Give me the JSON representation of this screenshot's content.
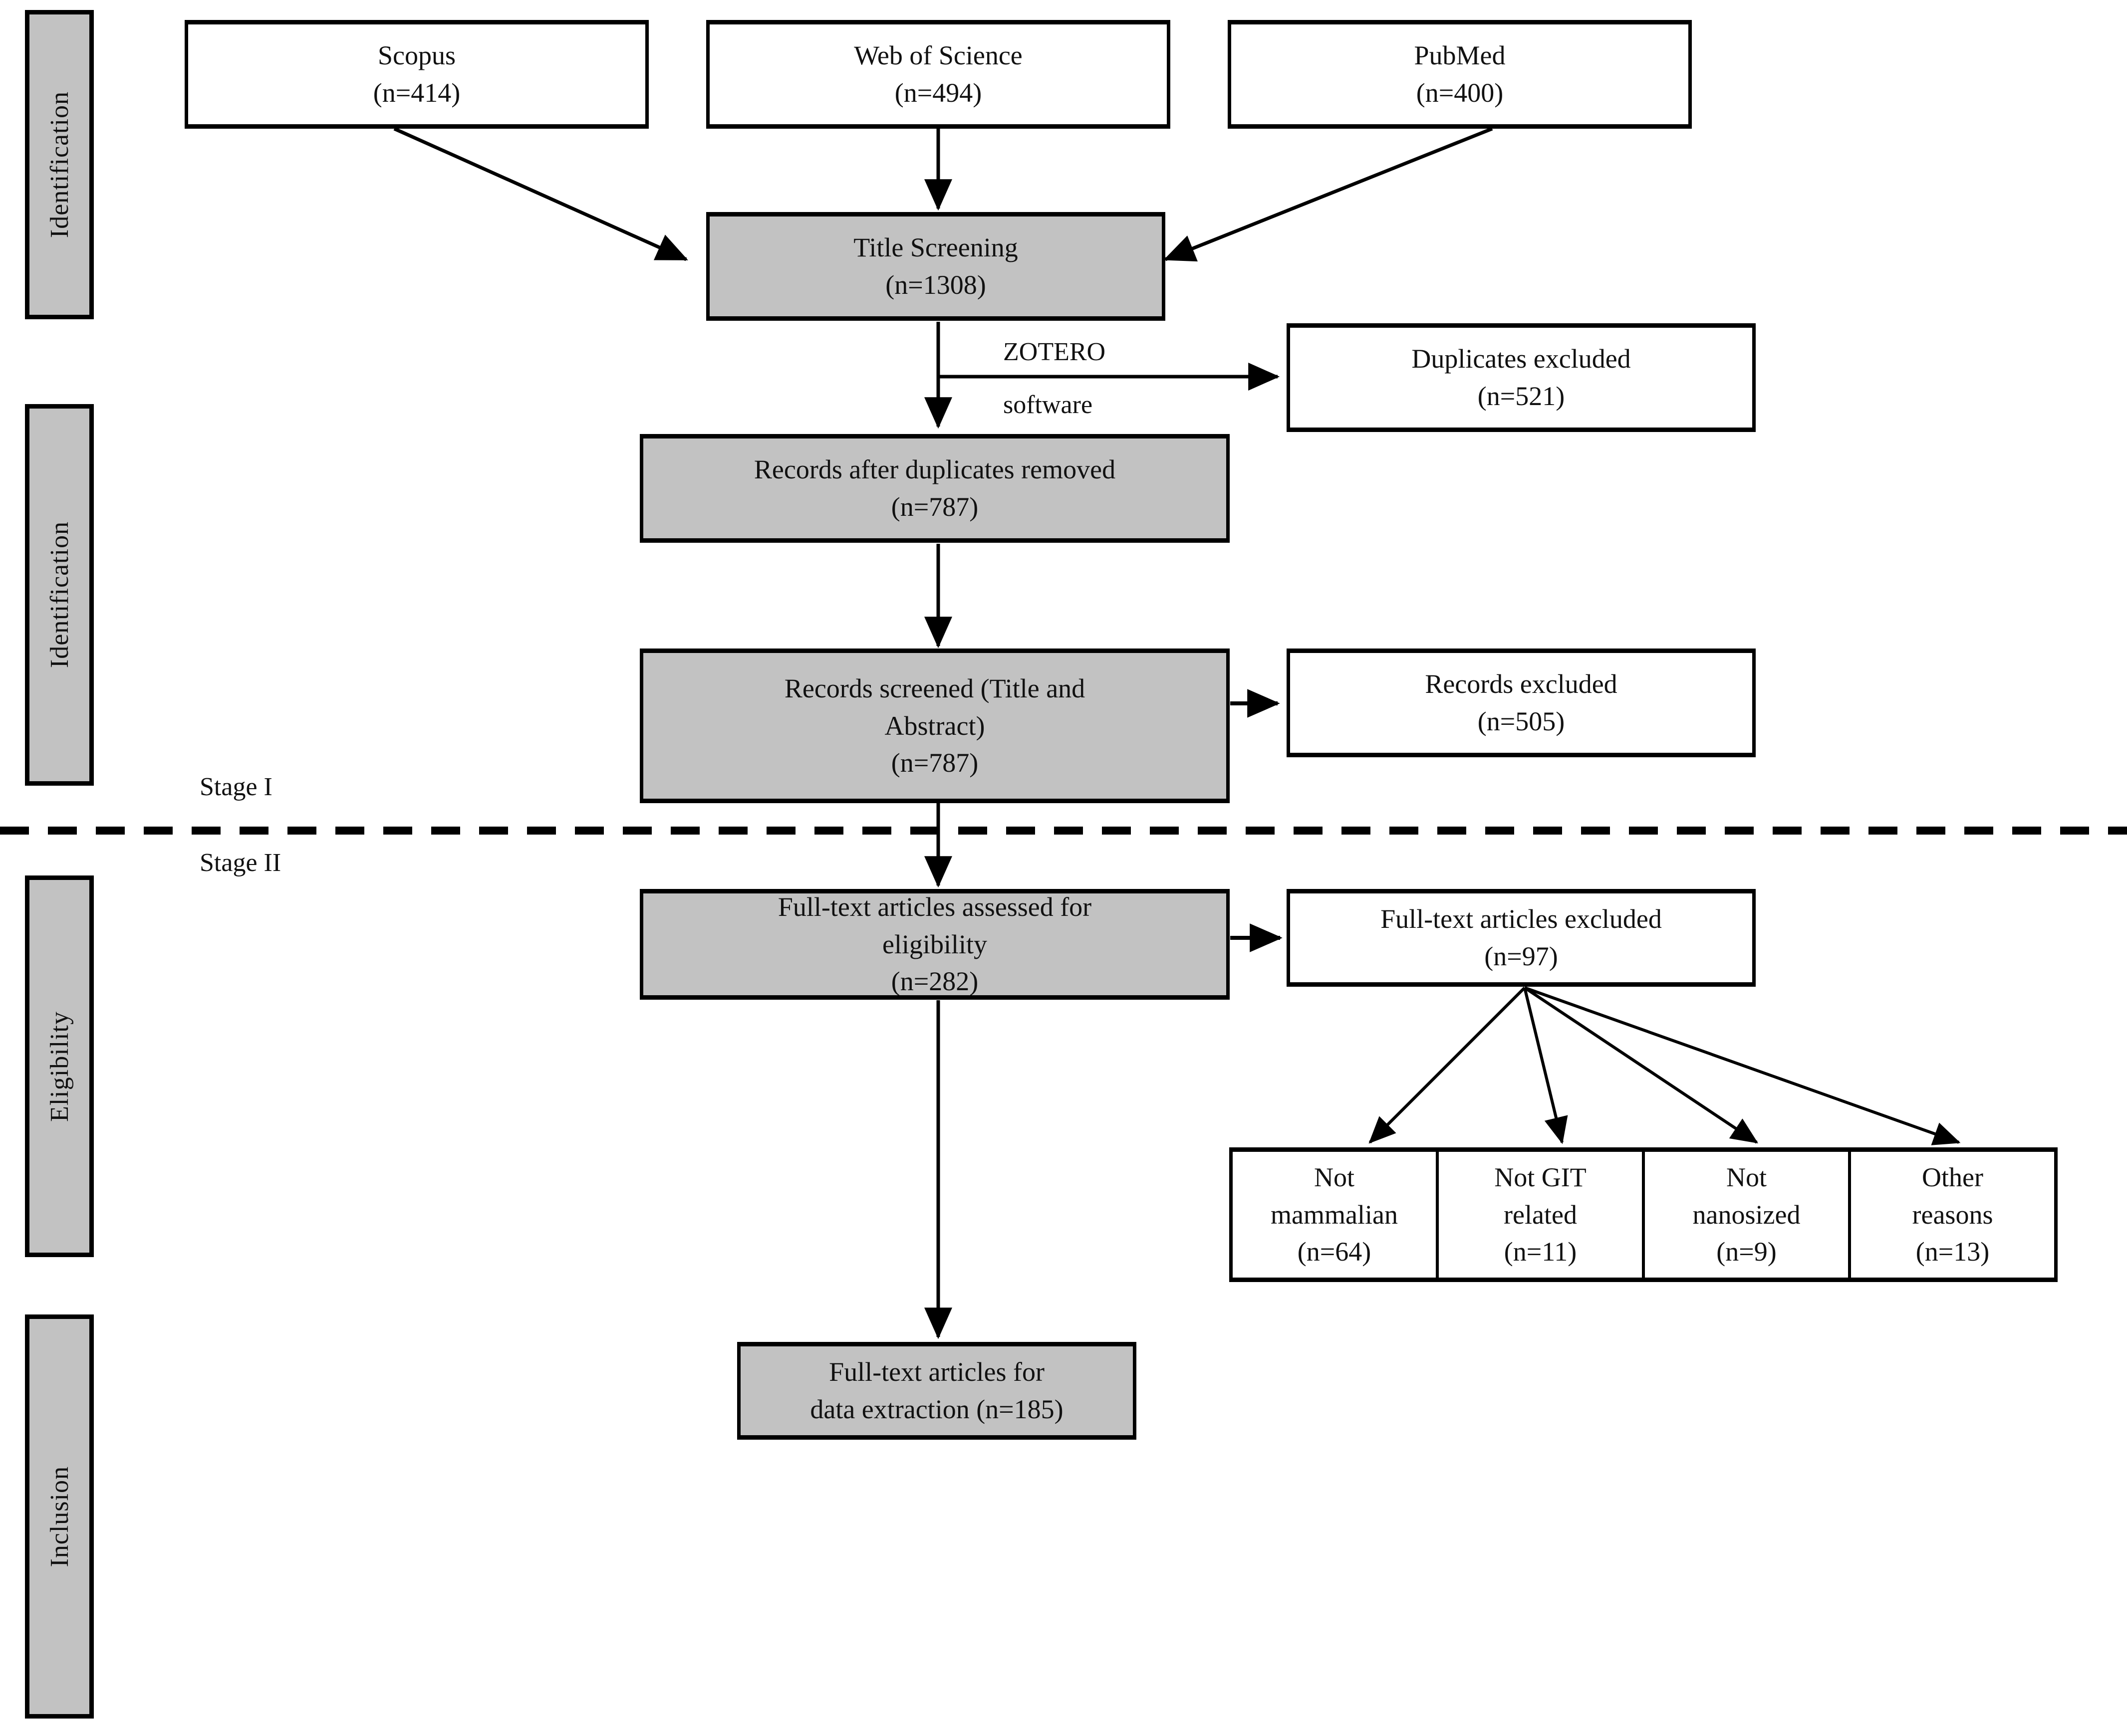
{
  "diagram": {
    "type": "prisma-flow-diagram",
    "colors": {
      "box_fill_gray": "#c2c2c2",
      "box_fill_white": "#ffffff",
      "stroke": "#000000",
      "background": "#ffffff"
    },
    "stage_bars": [
      {
        "label": "Identification"
      },
      {
        "label": "Identification"
      },
      {
        "label": "Eligibility"
      },
      {
        "label": "Inclusion"
      }
    ],
    "stage_markers": [
      {
        "label": "Stage I"
      },
      {
        "label": "Stage II"
      }
    ],
    "sources": [
      {
        "name": "Scopus",
        "count": "(n=414)"
      },
      {
        "name": "Web of Science",
        "count": "(n=494)"
      },
      {
        "name": "PubMed",
        "count": "(n=400)"
      }
    ],
    "nodes": {
      "title_screening": {
        "line1": "Title Screening",
        "line2": "(n=1308)"
      },
      "duplicates_excluded": {
        "line1": "Duplicates excluded",
        "line2": "(n=521)"
      },
      "records_after_duplicates": {
        "line1": "Records after duplicates removed",
        "line2": "(n=787)"
      },
      "records_screened": {
        "line1": "Records screened (Title and",
        "line2": "Abstract)",
        "line3": "(n=787)"
      },
      "records_excluded": {
        "line1": "Records excluded",
        "line2": "(n=505)"
      },
      "fulltext_assessed": {
        "line1": "Full-text articles assessed for",
        "line2": "eligibility",
        "line3": "(n=282)"
      },
      "fulltext_excluded": {
        "line1": "Full-text articles excluded",
        "line2": "(n=97)"
      },
      "fulltext_extraction": {
        "line1": "Full-text articles for",
        "line2": "data extraction (n=185)"
      }
    },
    "edge_labels": {
      "zotero_line1": "ZOTERO",
      "zotero_line2": "software"
    },
    "exclusion_reasons": [
      {
        "line1": "Not",
        "line2": "mammalian",
        "line3": "(n=64)"
      },
      {
        "line1": "Not GIT",
        "line2": "related",
        "line3": "(n=11)"
      },
      {
        "line1": "Not",
        "line2": "nanosized",
        "line3": "(n=9)"
      },
      {
        "line1": "Other",
        "line2": "reasons",
        "line3": "(n=13)"
      }
    ]
  }
}
